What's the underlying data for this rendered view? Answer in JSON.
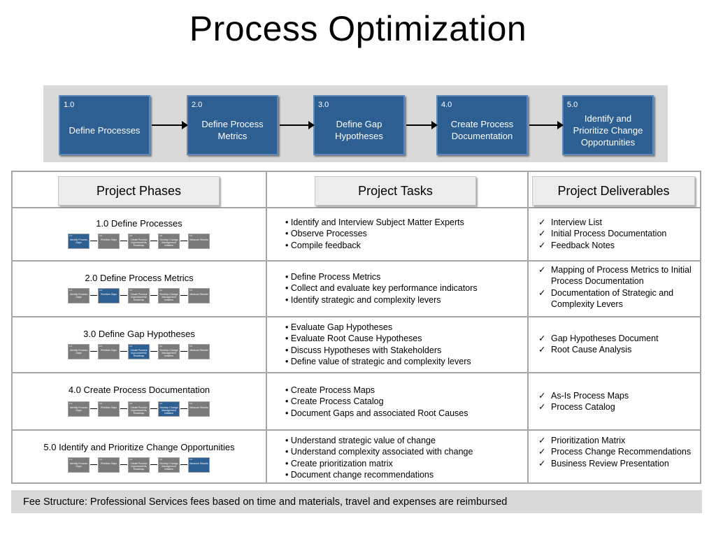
{
  "title": "Process Optimization",
  "flow": [
    {
      "num": "1.0",
      "label": "Define Processes"
    },
    {
      "num": "2.0",
      "label": "Define Process\nMetrics"
    },
    {
      "num": "3.0",
      "label": "Define Gap\nHypotheses"
    },
    {
      "num": "4.0",
      "label": "Create Process\nDocumentation"
    },
    {
      "num": "5.0",
      "label": "Identify and\nPrioritize Change\nOpportunities"
    }
  ],
  "headers": {
    "phases": "Project Phases",
    "tasks": "Project Tasks",
    "deliverables": "Project Deliverables"
  },
  "mini_steps": [
    {
      "num": "1.0",
      "label": "Identify Process Gaps"
    },
    {
      "num": "2.0",
      "label": "Prioritize Gaps"
    },
    {
      "num": "3.0",
      "label": "Create Process Improvements Roadmap"
    },
    {
      "num": "4.0",
      "label": "Develop Change Management Initiative"
    },
    {
      "num": "5.0",
      "label": "Measure Results"
    }
  ],
  "rows": [
    {
      "phase": "1.0 Define Processes",
      "active_step": 1,
      "tasks": [
        "Identify and Interview Subject Matter Experts",
        "Observe Processes",
        "Compile feedback"
      ],
      "deliverables": [
        "Interview List",
        "Initial Process Documentation",
        "Feedback Notes"
      ]
    },
    {
      "phase": "2.0 Define Process Metrics",
      "active_step": 2,
      "tasks": [
        "Define Process Metrics",
        "Collect and evaluate key performance indicators",
        "Identify strategic and complexity levers"
      ],
      "deliverables": [
        "Mapping of Process Metrics to Initial Process Documentation",
        "Documentation of Strategic and Complexity Levers"
      ]
    },
    {
      "phase": "3.0 Define Gap Hypotheses",
      "active_step": 3,
      "tasks": [
        "Evaluate Gap Hypotheses",
        "Evaluate Root Cause Hypotheses",
        "Discuss Hypotheses with Stakeholders",
        "Define value of strategic and complexity levers"
      ],
      "deliverables": [
        "Gap Hypotheses Document",
        "Root Cause Analysis"
      ]
    },
    {
      "phase": "4.0 Create Process Documentation",
      "active_step": 4,
      "tasks": [
        "Create Process Maps",
        "Create Process Catalog",
        "Document Gaps and associated Root Causes"
      ],
      "deliverables": [
        "As-Is Process Maps",
        "Process Catalog"
      ]
    },
    {
      "phase": "5.0 Identify and Prioritize Change Opportunities",
      "active_step": 5,
      "tasks": [
        "Understand strategic value of change",
        "Understand complexity associated with change",
        "Create prioritization matrix",
        "Document change recommendations"
      ],
      "deliverables": [
        "Prioritization Matrix",
        "Process Change Recommendations",
        "Business Review Presentation"
      ]
    }
  ],
  "check_glyph": "✓",
  "fee": "Fee Structure: Professional Services fees based on time and materials, travel and expenses are reimbursed",
  "colors": {
    "accent": "#2e5f93",
    "inactive_step": "#7a7a7a",
    "band": "#d9d9d9"
  }
}
